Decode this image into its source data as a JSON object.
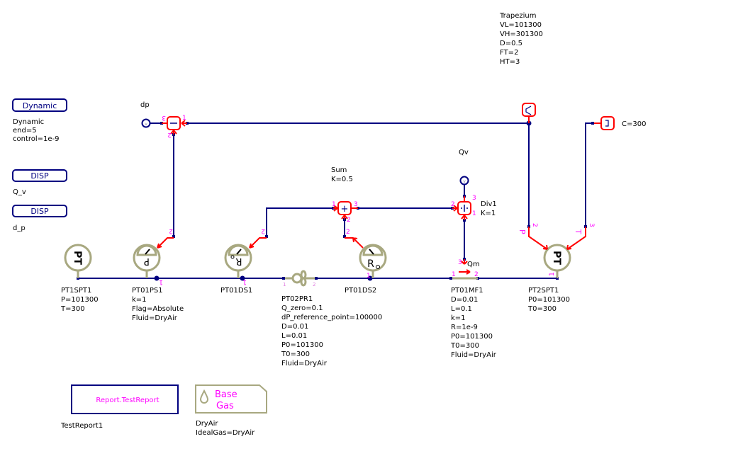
{
  "buttons": {
    "dynamic": "Dynamic",
    "disp1": "DISP",
    "disp2": "DISP"
  },
  "dynamic_params": [
    "Dynamic",
    "end=5",
    "control=1e-9"
  ],
  "disp_labels": {
    "qv": "Q_v",
    "dp": "d_p"
  },
  "sensor_labels": {
    "dp": "dp",
    "qv": "Qv"
  },
  "trapezium": [
    "Trapezium",
    "VL=101300",
    "VH=301300",
    "D=0.5",
    "FT=2",
    "HT=3"
  ],
  "constant": "C=300",
  "sum": [
    "Sum",
    "K=0.5"
  ],
  "div": [
    "Div1",
    "K=1"
  ],
  "qm_label": "Qm",
  "components": {
    "pt1spt1": [
      "PT1SPT1",
      "P=101300",
      "T=300"
    ],
    "pt01ps1": [
      "PT01PS1",
      "k=1",
      "Flag=Absolute",
      "Fluid=DryAir"
    ],
    "pt01ds1": [
      "PT01DS1"
    ],
    "pt02pr1": [
      "PT02PR1",
      "Q_zero=0.1",
      "dP_reference_point=100000",
      "D=0.01",
      "L=0.01",
      "P0=101300",
      "T0=300",
      "Fluid=DryAir"
    ],
    "pt01ds2": [
      "PT01DS2"
    ],
    "pt01mf1": [
      "PT01MF1",
      "D=0.01",
      "L=0.1",
      "k=1",
      "R=1e-9",
      "P0=101300",
      "T0=300",
      "Fluid=DryAir"
    ],
    "pt2spt1": [
      "PT2SPT1",
      "P0=101300",
      "T0=300"
    ]
  },
  "symbols": {
    "pt": "PT",
    "p": "P",
    "r": "R",
    "minus": "−",
    "plus": "+",
    "port_p": "P",
    "port_t": "T"
  },
  "report": {
    "box": "Report.TestReport",
    "name": "TestReport1"
  },
  "gas": {
    "line1": "Base",
    "line2": "Gas",
    "name": "DryAir",
    "param": "IdealGas=DryAir"
  },
  "pins": {
    "p1": "1",
    "p2": "2",
    "p3": "3"
  },
  "colors": {
    "wire": "#000080",
    "signal": "#ff0000",
    "pin": "#ff00ff",
    "gauge": "#a8a880"
  }
}
